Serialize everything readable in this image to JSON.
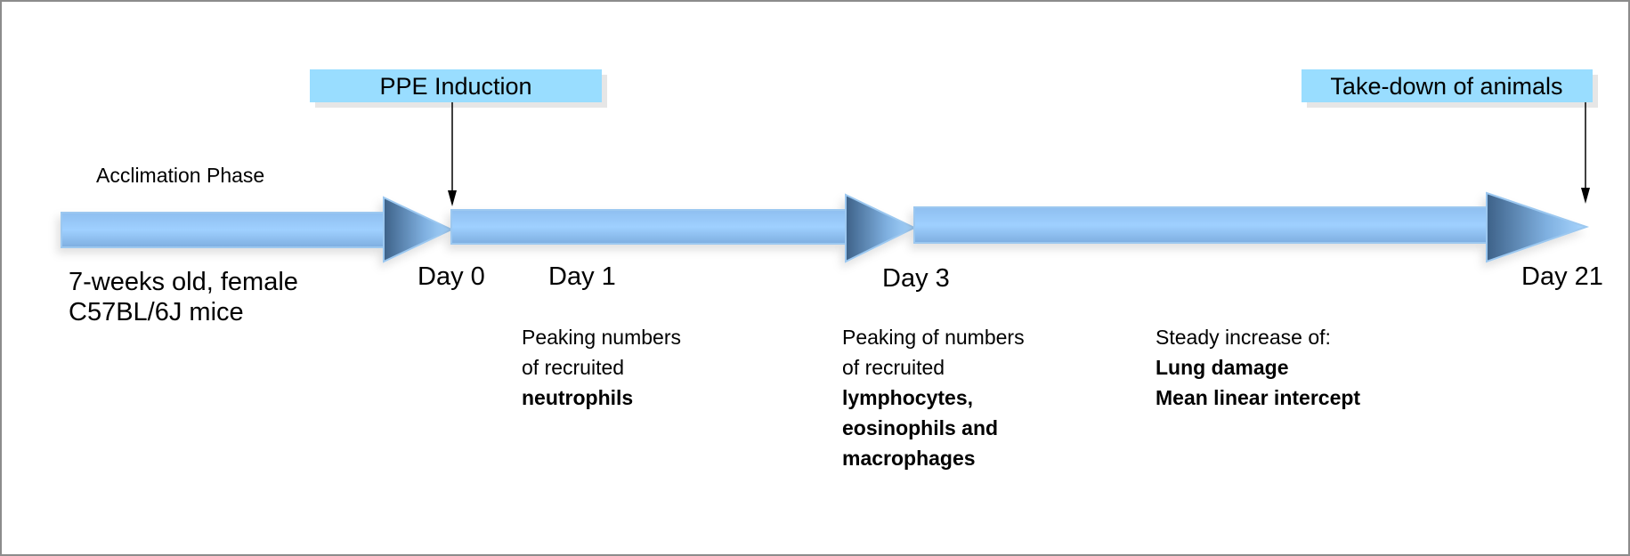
{
  "colors": {
    "arrow": "#99ccff",
    "arrow_head_dark": "#3d6188",
    "label_box": "#99ddff",
    "border": "#8c8c8c"
  },
  "events": {
    "induction": "PPE Induction",
    "takedown": "Take-down of animals"
  },
  "phase_label": "Acclimation Phase",
  "subjects": [
    "7-weeks old, female",
    "C57BL/6J mice"
  ],
  "days": [
    "Day 0",
    "Day 1",
    "Day 3",
    "Day 21"
  ],
  "notes": {
    "day1": {
      "lines": [
        "Peaking numbers",
        "of recruited"
      ],
      "bold": [
        "neutrophils"
      ]
    },
    "day3": {
      "lines": [
        "Peaking of numbers",
        "of recruited"
      ],
      "bold": [
        "lymphocytes,",
        "eosinophils and",
        "macrophages"
      ]
    },
    "day21": {
      "lines": [
        "Steady increase of:"
      ],
      "bold": [
        "Lung damage",
        "Mean linear intercept"
      ]
    }
  }
}
